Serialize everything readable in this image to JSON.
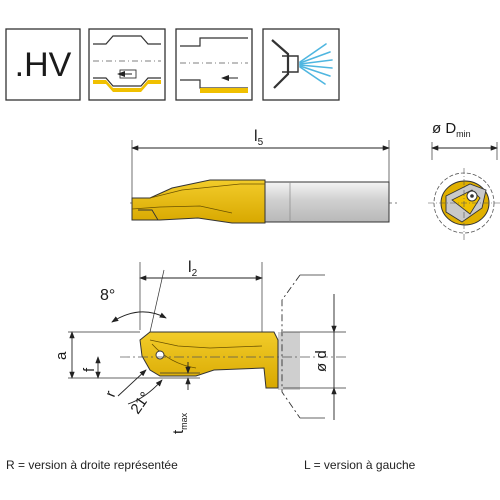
{
  "icons": {
    "hv_code": ".HV",
    "names": [
      "profile-bore-icon",
      "through-bore-icon",
      "coolant-spray-icon"
    ]
  },
  "top_view": {
    "l5_main": "l",
    "l5_sub": "5",
    "dmin_prefix": "ø D",
    "dmin_sub": "min"
  },
  "detail_view": {
    "l2_main": "l",
    "l2_sub": "2",
    "angle_8": "8°",
    "angle_21": "21°",
    "a": "a",
    "f": "f",
    "r": "r",
    "d": "ø d",
    "t_main": "t",
    "t_sub": "max"
  },
  "captions": {
    "right": "R = version à droite représentée",
    "left": "L = version à gauche"
  },
  "colors": {
    "insert_yellow": "#e6b800",
    "shank_gray": "#d8d8d8",
    "spray_blue": "#4fb6e0",
    "frame": "#333333"
  }
}
